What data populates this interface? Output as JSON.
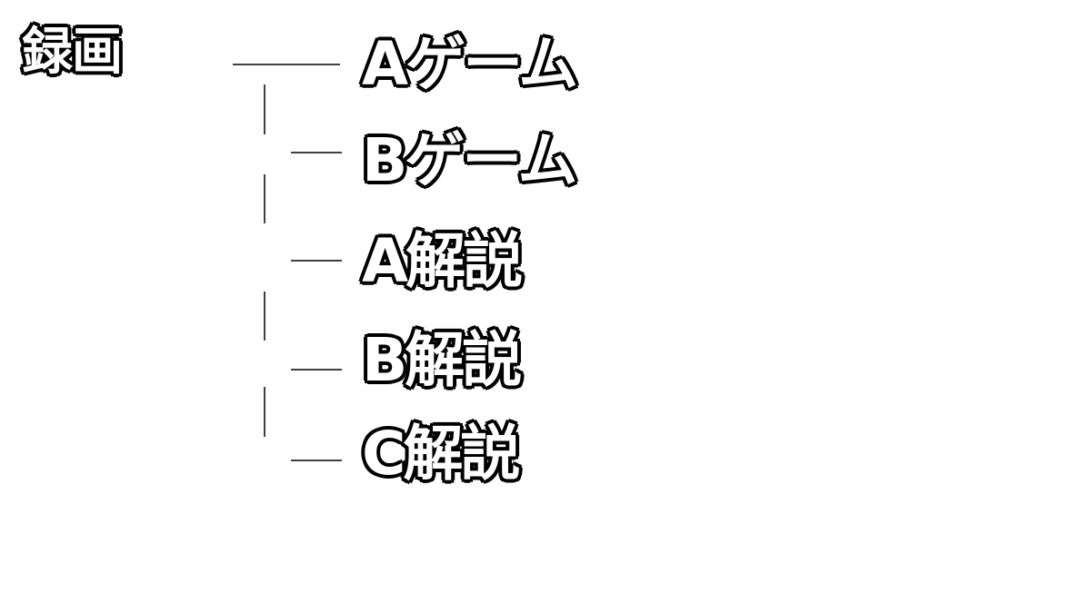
{
  "root": {
    "label": "録画"
  },
  "children": [
    {
      "label": "Aゲーム"
    },
    {
      "label": "Bゲーム"
    },
    {
      "label": "A解説"
    },
    {
      "label": "B解説"
    },
    {
      "label": "C解説"
    }
  ],
  "colors": {
    "text_fill": "#ffffff",
    "text_outline": "#000000",
    "connector": "#000000",
    "background": "#ffffff"
  }
}
